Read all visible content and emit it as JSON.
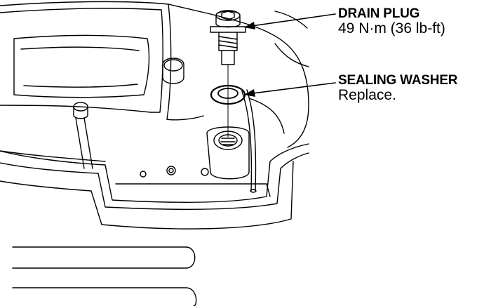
{
  "callouts": {
    "drain_plug": {
      "label": "DRAIN PLUG",
      "spec": "49 N·m (36 lb-ft)"
    },
    "sealing_washer": {
      "label": "SEALING WASHER",
      "spec": "Replace."
    }
  },
  "colors": {
    "line": "#000000",
    "background": "#ffffff"
  }
}
